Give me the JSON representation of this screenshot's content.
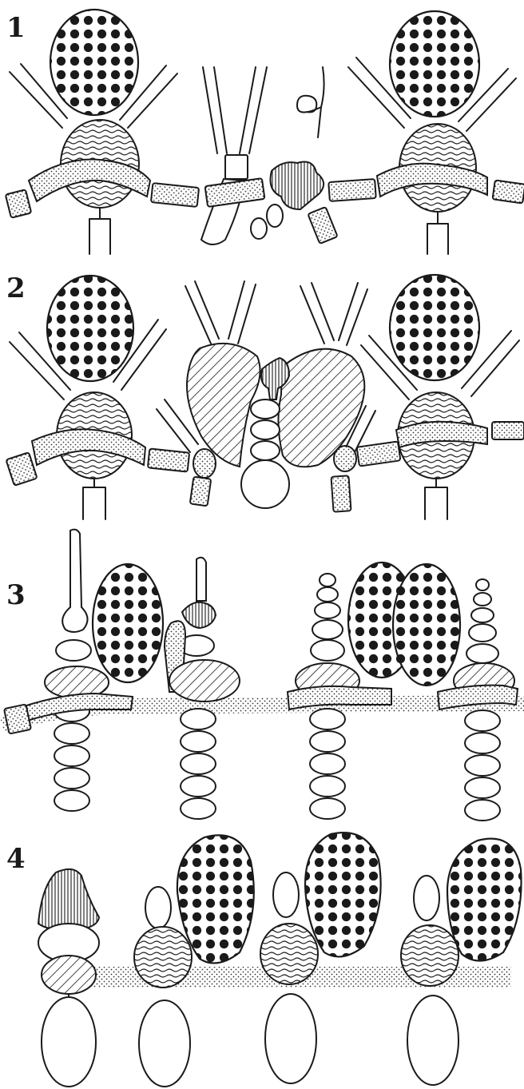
{
  "panels": [
    {
      "label": "1"
    },
    {
      "label": "2"
    },
    {
      "label": "3"
    },
    {
      "label": "4"
    }
  ],
  "colors": {
    "ink": "#1a1a1a",
    "paper": "#ffffff"
  }
}
